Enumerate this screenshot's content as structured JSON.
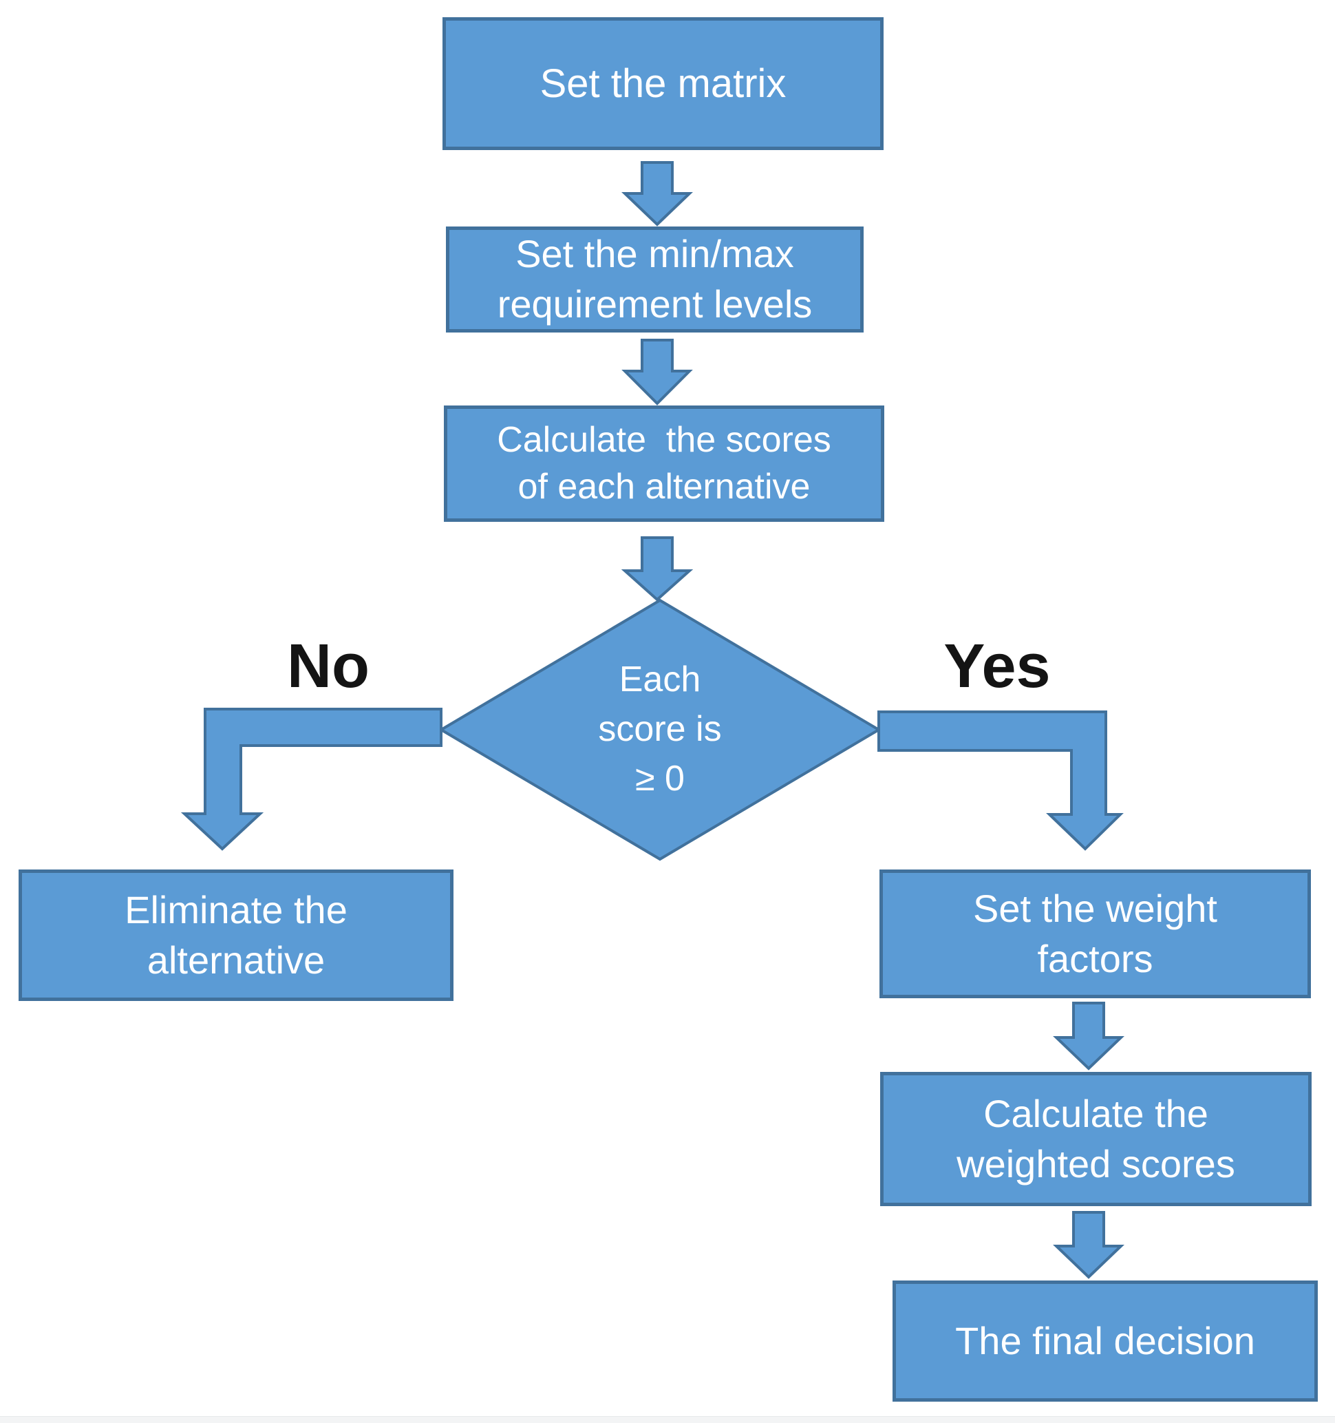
{
  "colors": {
    "node_fill": "#5b9bd5",
    "node_border": "#41719c",
    "node_text": "#ffffff",
    "branch_label_text": "#141414",
    "footer_strip": "#f3f4f5"
  },
  "flowchart": {
    "nodes": {
      "set_matrix": {
        "lines": [
          "Set the matrix"
        ]
      },
      "set_minmax": {
        "lines": [
          "Set the min/max",
          "requirement levels"
        ]
      },
      "calc_scores": {
        "lines": [
          "Calculate  the scores",
          "of each alternative"
        ]
      },
      "decision": {
        "lines": [
          "Each",
          "score is",
          "≥ 0"
        ]
      },
      "eliminate": {
        "lines": [
          "Eliminate the",
          "alternative"
        ]
      },
      "set_weights": {
        "lines": [
          "Set the weight",
          "factors"
        ]
      },
      "calc_weighted": {
        "lines": [
          "Calculate the",
          "weighted scores"
        ]
      },
      "final_decision": {
        "lines": [
          "The final decision"
        ]
      }
    },
    "branch_labels": {
      "no": "No",
      "yes": "Yes"
    }
  }
}
